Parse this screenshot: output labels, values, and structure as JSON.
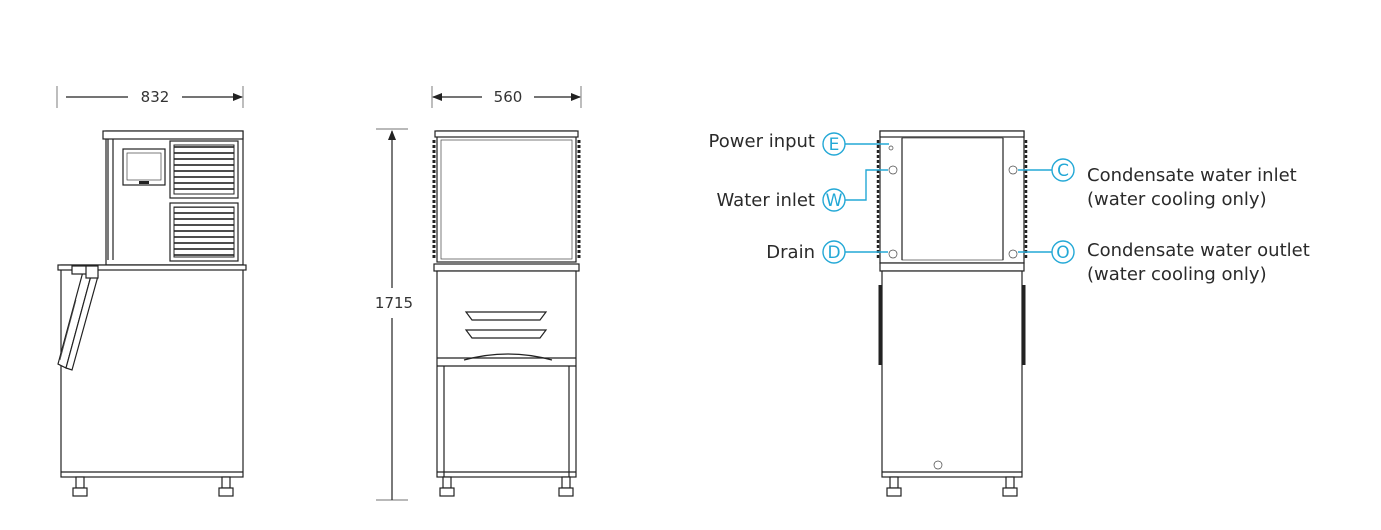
{
  "dimensions": {
    "width_side": "832",
    "width_front": "560",
    "height": "1715"
  },
  "connections": {
    "power": {
      "label": "Power input",
      "badge": "E"
    },
    "water": {
      "label": "Water inlet",
      "badge": "W"
    },
    "drain": {
      "label": "Drain",
      "badge": "D"
    },
    "cond_in": {
      "label1": "Condensate water inlet",
      "label2": "(water cooling only)",
      "badge": "C"
    },
    "cond_out": {
      "label1": "Condensate water outlet",
      "label2": "(water cooling only)",
      "badge": "O"
    }
  },
  "colors": {
    "accent": "#23a8d6",
    "line": "#222222"
  }
}
